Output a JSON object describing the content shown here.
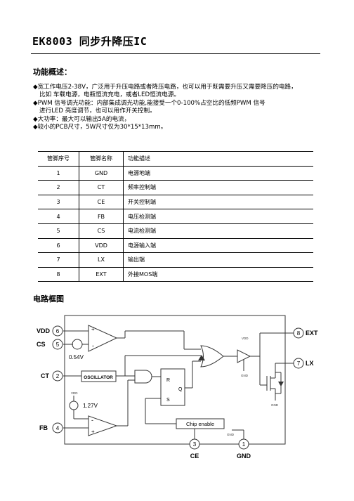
{
  "title": "EK8003 同步升降压IC",
  "sections": {
    "overview_heading": "功能概述：",
    "diagram_heading": "电路框图"
  },
  "overview_lines": [
    "◆宽工作电压2-38V，广泛用于升压电路或者降压电路，也可以用于既需要升压又需要降压的电路，",
    "比如 车载电源，电瓶恒流充电，或者LED恒流电源。",
    "◆PWM 信号调光功能：内部集成调光功能,能接受一个0-100%占空比的低频PWM 信号",
    "进行LED 亮度调节，也可以用作开关控制。",
    "◆大功率：最大可以输出5A的电流，",
    "◆较小的PCB尺寸，5W尺寸仅为30*15*13mm。"
  ],
  "pin_table": {
    "headers": [
      "管脚序号",
      "管脚名称",
      "功能描述"
    ],
    "rows": [
      [
        "1",
        "GND",
        "电源地端"
      ],
      [
        "2",
        "CT",
        "频率控制端"
      ],
      [
        "3",
        "CE",
        "开关控制端"
      ],
      [
        "4",
        "FB",
        "电压检测端"
      ],
      [
        "5",
        "CS",
        "电流检测端"
      ],
      [
        "6",
        "VDD",
        "电源输入端"
      ],
      [
        "7",
        "LX",
        "输出端"
      ],
      [
        "8",
        "EXT",
        "外接MOS端"
      ]
    ]
  },
  "diagram": {
    "pins": {
      "vdd_label": "VDD",
      "vdd_num": "6",
      "cs_label": "CS",
      "cs_num": "5",
      "ct_label": "CT",
      "ct_num": "2",
      "fb_label": "FB",
      "fb_num": "4",
      "ext_label": "EXT",
      "ext_num": "8",
      "lx_label": "LX",
      "lx_num": "7",
      "ce_label": "CE",
      "ce_num": "3",
      "gnd_label": "GND",
      "gnd_num": "1"
    },
    "ref_054": "0.54V",
    "ref_127": "1.27V",
    "oscillator": "OSCILLATOR",
    "chip_enable": "Chip enable",
    "sr_r": "R",
    "sr_q": "Q",
    "sr_s": "S",
    "vdd_small": "VDD",
    "gnd_small": "GND",
    "plus": "+",
    "minus": "-"
  }
}
